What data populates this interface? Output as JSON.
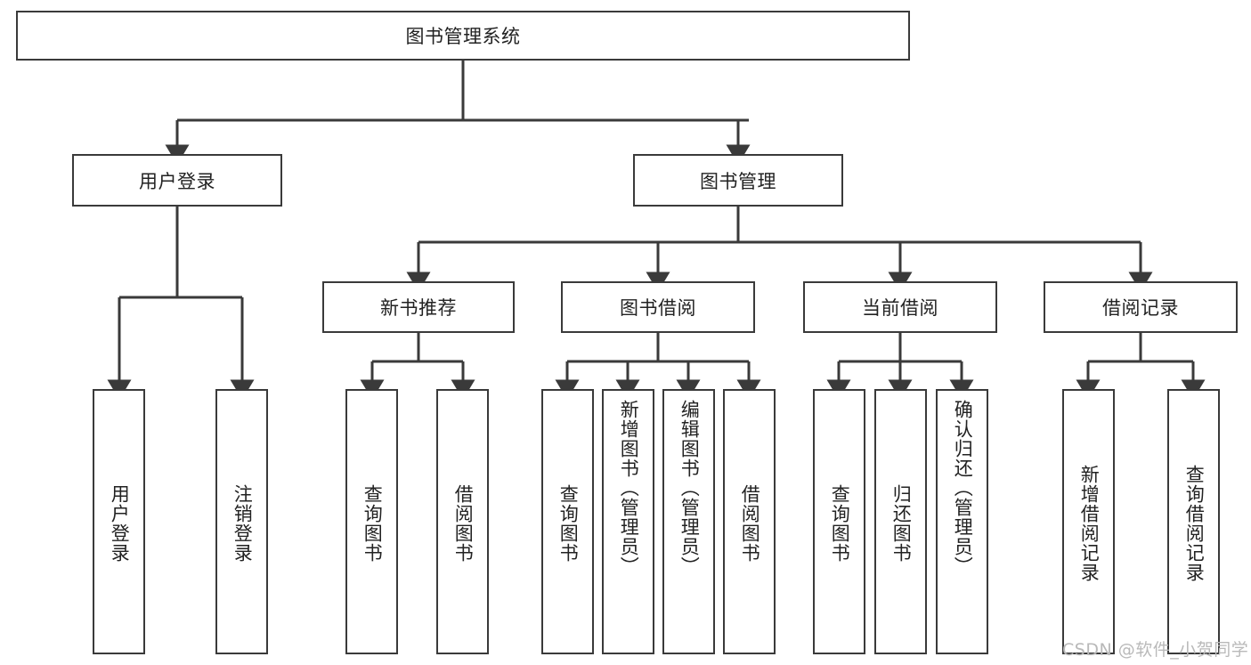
{
  "diagram": {
    "type": "tree-hierarchy-chart",
    "root": {
      "id": "root",
      "label": "图书管理系统"
    },
    "level2": [
      {
        "id": "user-login",
        "label": "用户登录"
      },
      {
        "id": "book-manage",
        "label": "图书管理"
      }
    ],
    "level3": [
      {
        "id": "new-book-rec",
        "label": "新书推荐",
        "parent": "book-manage"
      },
      {
        "id": "book-borrow",
        "label": "图书借阅",
        "parent": "book-manage"
      },
      {
        "id": "current-borrow",
        "label": "当前借阅",
        "parent": "book-manage"
      },
      {
        "id": "borrow-record",
        "label": "借阅记录",
        "parent": "book-manage"
      }
    ],
    "leaves": [
      {
        "id": "leaf-user-login",
        "label": "用户登录",
        "parent": "user-login"
      },
      {
        "id": "leaf-user-logout",
        "label": "注销登录",
        "parent": "user-login"
      },
      {
        "id": "leaf-query-book-1",
        "label": "查询图书",
        "parent": "new-book-rec"
      },
      {
        "id": "leaf-borrow-book-1",
        "label": "借阅图书",
        "parent": "new-book-rec"
      },
      {
        "id": "leaf-query-book-2",
        "label": "查询图书",
        "parent": "book-borrow"
      },
      {
        "id": "leaf-add-book",
        "label": "新增图书（管理员）",
        "parent": "book-borrow"
      },
      {
        "id": "leaf-edit-book",
        "label": "编辑图书（管理员）",
        "parent": "book-borrow"
      },
      {
        "id": "leaf-borrow-book-2",
        "label": "借阅图书",
        "parent": "book-borrow"
      },
      {
        "id": "leaf-query-book-3",
        "label": "查询图书",
        "parent": "current-borrow"
      },
      {
        "id": "leaf-return-book",
        "label": "归还图书",
        "parent": "current-borrow"
      },
      {
        "id": "leaf-confirm-return",
        "label": "确认归还（管理员）",
        "parent": "current-borrow"
      },
      {
        "id": "leaf-add-record",
        "label": "新增借阅记录",
        "parent": "borrow-record"
      },
      {
        "id": "leaf-query-record",
        "label": "查询借阅记录",
        "parent": "borrow-record"
      }
    ],
    "watermark": "CSDN @软件_小贺同学",
    "colors": {
      "stroke": "#3a3a3a",
      "text": "#222222",
      "background": "#ffffff",
      "watermark": "#b9b9b9"
    }
  }
}
